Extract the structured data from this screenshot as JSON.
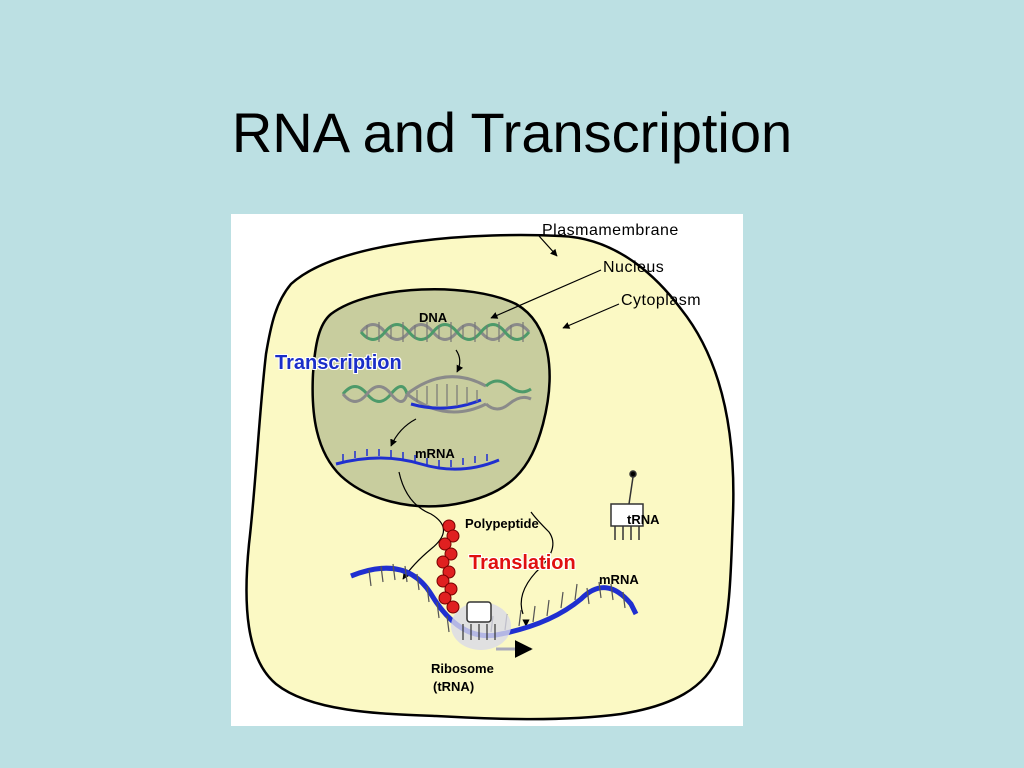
{
  "slide": {
    "title": "RNA and Transcription"
  },
  "labels": {
    "plasma_membrane": "Plasmamembrane",
    "nucleus": "Nucleus",
    "cytoplasm": "Cytoplasm",
    "dna": "DNA",
    "transcription": "Transcription",
    "mrna_nucleus": "mRNA",
    "polypeptide": "Polypeptide",
    "trna": "tRNA",
    "translation": "Translation",
    "mrna_cytoplasm": "mRNA",
    "ribosome_line1": "Ribosome",
    "ribosome_line2": "(tRNA)"
  },
  "colors": {
    "background": "#bce0e3",
    "cytoplasm": "#fbf9c4",
    "nucleus": "#c8cd9e",
    "mrna": "#1f2fd0",
    "transcription": "#1a2ec8",
    "translation": "#e01010",
    "polypeptide": "#e02020"
  }
}
